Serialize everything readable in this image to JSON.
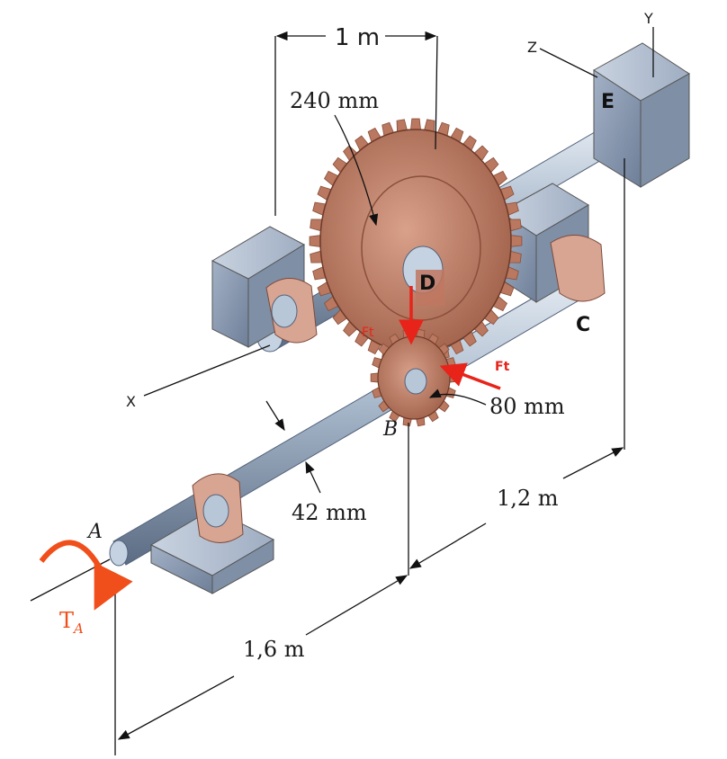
{
  "labels": {
    "dim_top": "1 m",
    "gear_radius": "240 mm",
    "pinion_radius": "80 mm",
    "shaft_diameter": "42 mm",
    "dim_ab": "1,6 m",
    "dim_be": "1,2 m",
    "point_a": "A",
    "point_b": "B",
    "point_c": "C",
    "point_d": "D",
    "point_e": "E",
    "axis_x": "X",
    "axis_y": "Y",
    "axis_z": "Z",
    "force_vertical": "Ft",
    "force_tangential": "Ft",
    "torque_letter": "T",
    "torque_sub": "A"
  },
  "colors": {
    "gear": "#b9785f",
    "gear_dark": "#8a4f3a",
    "block": "#8e9fb6",
    "bearing": "#d9a593",
    "shaft": "#b8c7d8",
    "force_red": "#e8231a",
    "torque_orange": "#f04e1a"
  }
}
